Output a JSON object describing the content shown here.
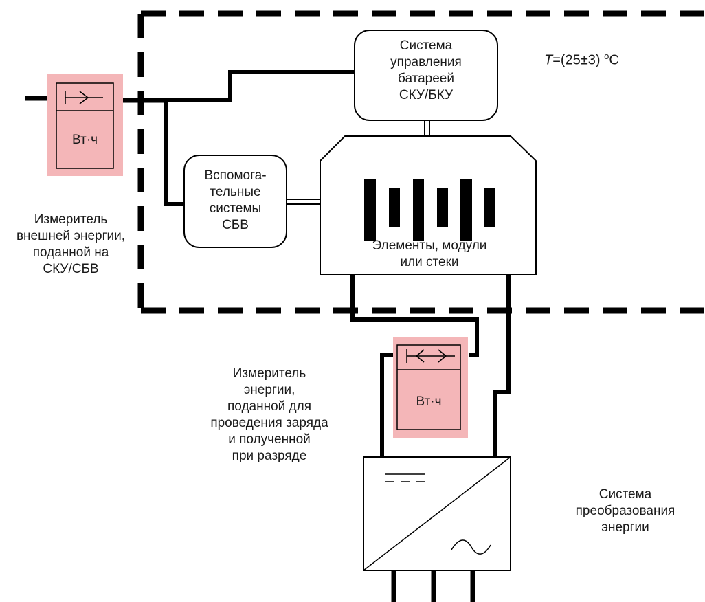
{
  "diagram": {
    "temperature": {
      "symbol": "T",
      "value": "=(25±3) ",
      "degree": "o",
      "unit": "C"
    },
    "bms_box": {
      "lines": [
        "Система",
        "управления",
        "батареей",
        "СКУ/БКУ"
      ]
    },
    "aux_box": {
      "lines": [
        "Вспомога-",
        "тельные",
        "системы",
        "СБВ"
      ]
    },
    "cells_box": {
      "lines": [
        "Элементы, модули",
        "или стеки"
      ]
    },
    "external_meter": {
      "unit": "Вт·ч",
      "caption": [
        "Измеритель",
        "внешней энергии,",
        "поданной на",
        "СКУ/СБВ"
      ]
    },
    "charge_meter": {
      "unit": "Вт·ч",
      "caption": [
        "Измеритель",
        "энергии,",
        "поданной для",
        "проведения заряда",
        "и полученной",
        "при разряде"
      ]
    },
    "converter": {
      "caption": [
        "Система",
        "преобразования",
        "энергии"
      ]
    },
    "colors": {
      "meter_fill": "#f4b6b8",
      "line": "#000000"
    }
  }
}
